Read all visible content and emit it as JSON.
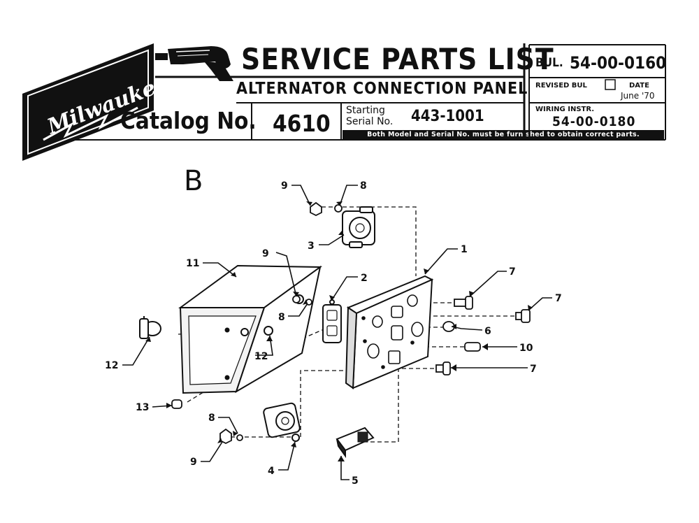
{
  "header": {
    "brand": "Milwaukee",
    "title": "SERVICE PARTS LIST",
    "subtitle": "ALTERNATOR CONNECTION PANEL",
    "catalog_label": "Catalog No.",
    "catalog_no": "4610",
    "starting_serial_label_1": "Starting",
    "starting_serial_label_2": "Serial No.",
    "starting_serial_no": "443-1001",
    "bul_label": "BUL.",
    "bul_no": "54-00-0160",
    "revised_bul_label": "REVISED BUL",
    "date_label": "DATE",
    "date_value": "June '70",
    "wiring_label": "WIRING INSTR.",
    "wiring_no": "54-00-0180",
    "notice": "Both Model and Serial No. must be furnished to obtain correct parts."
  },
  "diagram": {
    "view_label": "B",
    "callouts": [
      "1",
      "2",
      "3",
      "4",
      "5",
      "6",
      "7",
      "7",
      "7",
      "8",
      "8",
      "8",
      "9",
      "9",
      "9",
      "10",
      "11",
      "12",
      "12",
      "13"
    ]
  }
}
